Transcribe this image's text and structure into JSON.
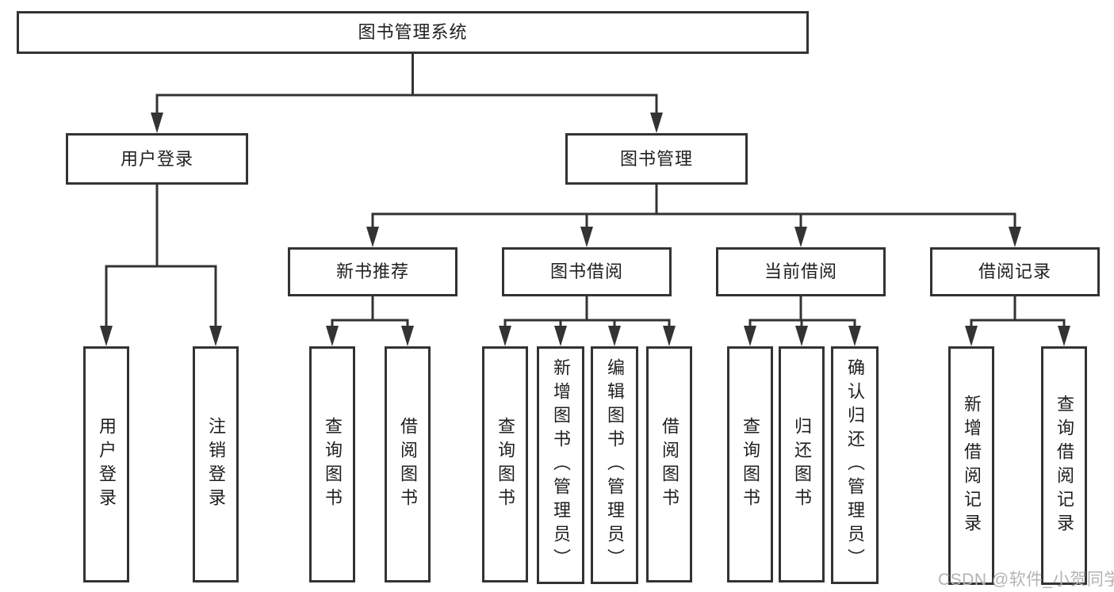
{
  "colors": {
    "line": "#333333",
    "text": "#1f1f1f",
    "background": "#ffffff",
    "watermark": "#b3b3b3"
  },
  "watermark": "CSDN @软件_小贺同学",
  "tree": {
    "label": "图书管理系统",
    "children": [
      {
        "label": "用户登录",
        "children": [
          {
            "label": "用户登录"
          },
          {
            "label": "注销登录"
          }
        ]
      },
      {
        "label": "图书管理",
        "children": [
          {
            "label": "新书推荐",
            "children": [
              {
                "label": "查询图书"
              },
              {
                "label": "借阅图书"
              }
            ]
          },
          {
            "label": "图书借阅",
            "children": [
              {
                "label": "查询图书"
              },
              {
                "label": "新增图书（管理员）"
              },
              {
                "label": "编辑图书（管理员）"
              },
              {
                "label": "借阅图书"
              }
            ]
          },
          {
            "label": "当前借阅",
            "children": [
              {
                "label": "查询图书"
              },
              {
                "label": "归还图书"
              },
              {
                "label": "确认归还（管理员）"
              }
            ]
          },
          {
            "label": "借阅记录",
            "children": [
              {
                "label": "新增借阅记录"
              },
              {
                "label": "查询借阅记录"
              }
            ]
          }
        ]
      }
    ]
  }
}
